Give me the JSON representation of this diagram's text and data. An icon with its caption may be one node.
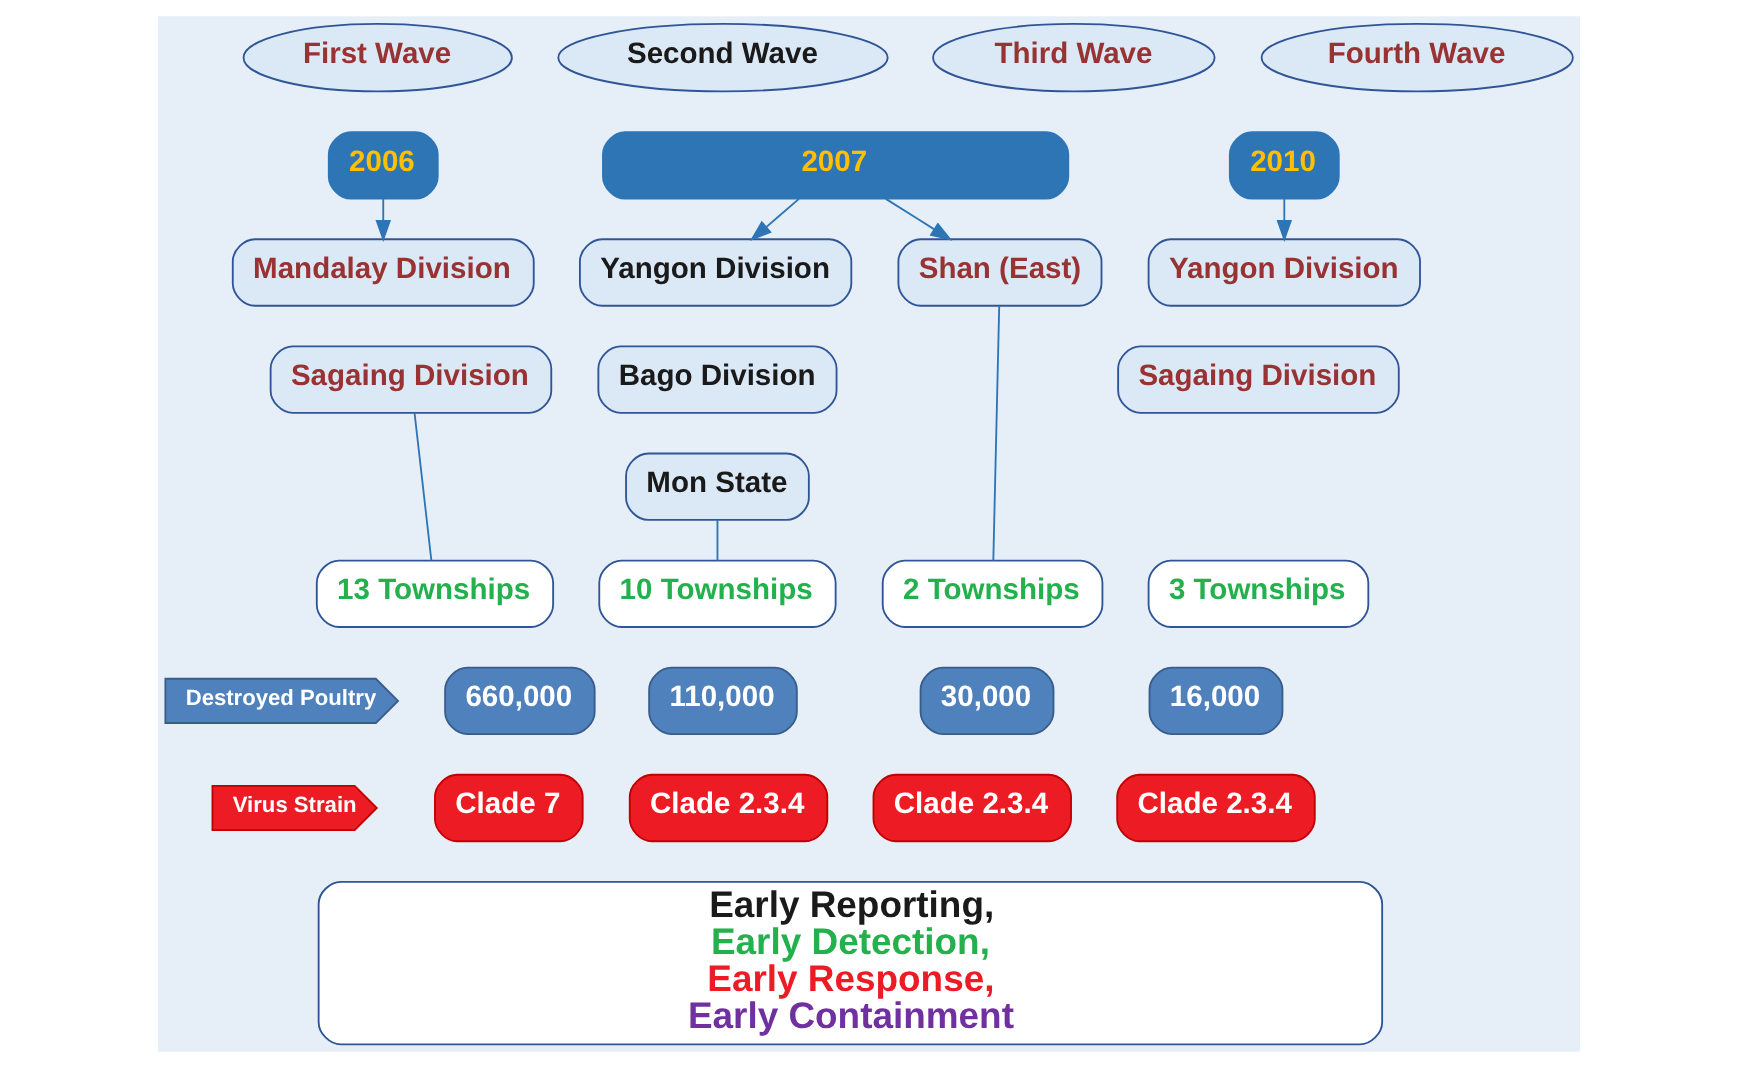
{
  "diagram": {
    "nodes": [
      {
        "text": [
          "First Wave"
        ]
      },
      {
        "text": [
          "Second Wave"
        ]
      },
      {
        "text": [
          "Third Wave"
        ]
      },
      {
        "text": [
          "Fourth Wave"
        ]
      },
      {
        "text": [
          "2006"
        ]
      },
      {
        "text": [
          "2007"
        ]
      },
      {
        "text": [
          "2010"
        ]
      },
      {
        "text": [
          "Mandalay Division"
        ]
      },
      {
        "text": [
          "Sagaing Division"
        ]
      },
      {
        "text": [
          "Yangon Division"
        ]
      },
      {
        "text": [
          "Bago Division"
        ]
      },
      {
        "text": [
          "Mon State"
        ]
      },
      {
        "text": [
          "Shan (East)"
        ]
      },
      {
        "text": [
          "Yangon Division"
        ]
      },
      {
        "text": [
          "Sagaing Division"
        ]
      },
      {
        "text": [
          "13 Townships"
        ]
      },
      {
        "text": [
          "10 Townships"
        ]
      },
      {
        "text": [
          "2 Townships"
        ]
      },
      {
        "text": [
          "3 Townships"
        ]
      },
      {
        "text": [
          "Destroyed Poultry"
        ]
      },
      {
        "text": [
          "660,000"
        ]
      },
      {
        "text": [
          "110,000"
        ]
      },
      {
        "text": [
          "30,000"
        ]
      },
      {
        "text": [
          "16,000"
        ]
      },
      {
        "text": [
          "Virus Strain"
        ]
      },
      {
        "text": [
          "Clade 7"
        ]
      },
      {
        "text": [
          "Clade 2.3.4"
        ]
      },
      {
        "text": [
          "Clade 2.3.4"
        ]
      },
      {
        "text": [
          "Clade 2.3.4"
        ]
      },
      {
        "text": [
          "Early Reporting,",
          "Early Detection,",
          "Early Response,",
          "Early Containment"
        ]
      }
    ],
    "edges": [
      {
        "from": 4,
        "to": 7,
        "arrow": "to"
      },
      {
        "from": 5,
        "to": 9,
        "arrow": "to"
      },
      {
        "from": 5,
        "to": 12,
        "arrow": "to"
      },
      {
        "from": 6,
        "to": 13,
        "arrow": "to"
      },
      {
        "from": 8,
        "to": 15,
        "arrow": "none"
      },
      {
        "from": 11,
        "to": 16,
        "arrow": "none"
      },
      {
        "from": 12,
        "to": 17,
        "arrow": "none"
      }
    ]
  }
}
